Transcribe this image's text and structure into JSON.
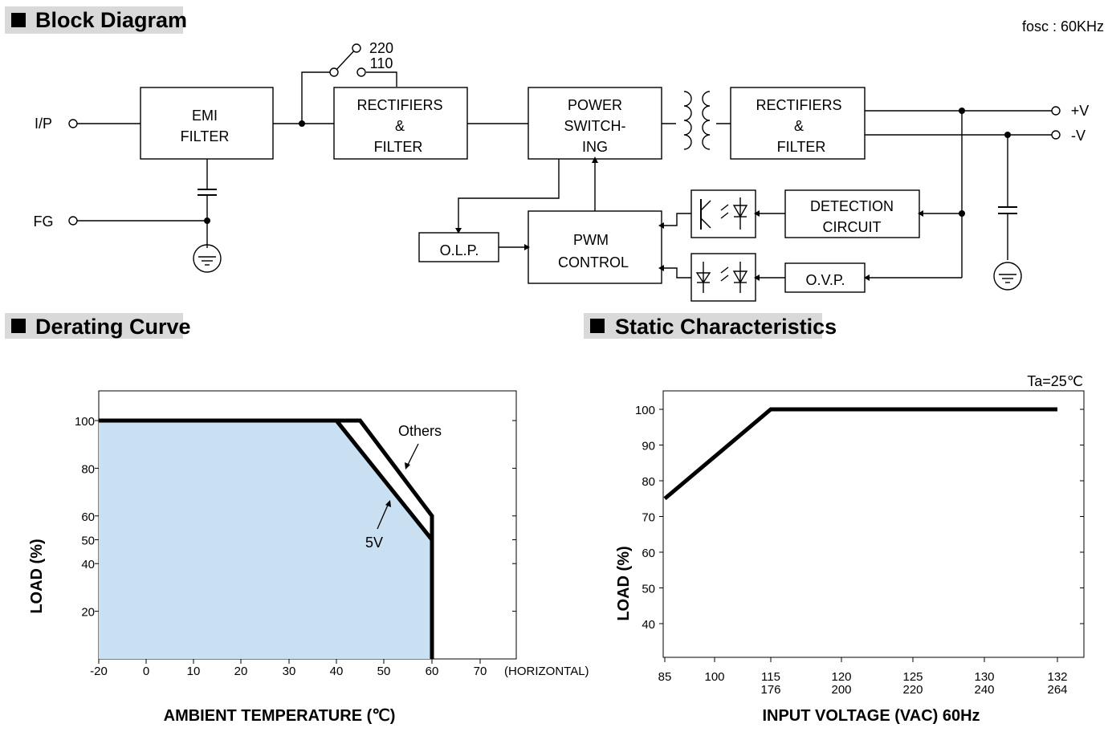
{
  "sections": {
    "block_diagram": "Block Diagram",
    "derating_curve": "Derating Curve",
    "static_characteristics": "Static Characteristics"
  },
  "block_diagram": {
    "fosc": "fosc : 60KHz",
    "terminals": {
      "ip": "I/P",
      "fg": "FG",
      "pos": "+V",
      "neg": "-V"
    },
    "switch_labels": {
      "v220": "220",
      "v110": "110"
    },
    "blocks": {
      "emi": [
        "EMI",
        "FILTER"
      ],
      "rect1": [
        "RECTIFIERS",
        "&",
        "FILTER"
      ],
      "power": [
        "POWER",
        "SWITCH-",
        "ING"
      ],
      "rect2": [
        "RECTIFIERS",
        "&",
        "FILTER"
      ],
      "detection": [
        "DETECTION",
        "CIRCUIT"
      ],
      "olp": "O.L.P.",
      "pwm": [
        "PWM",
        "CONTROL"
      ],
      "ovp": "O.V.P."
    }
  },
  "chart_data": [
    {
      "type": "area",
      "title": "",
      "xlabel": "AMBIENT TEMPERATURE (℃)",
      "ylabel": "LOAD (%)",
      "x_ticks": [
        "-20",
        "0",
        "10",
        "20",
        "30",
        "40",
        "50",
        "60",
        "70"
      ],
      "x_tick_values": [
        -20,
        0,
        10,
        20,
        30,
        40,
        50,
        60,
        70
      ],
      "x_note": "(HORIZONTAL)",
      "y_ticks": [
        "100",
        "80",
        "60",
        "50",
        "40",
        "20"
      ],
      "y_tick_values": [
        100,
        80,
        60,
        50,
        40,
        20
      ],
      "xlim": [
        -20,
        75
      ],
      "ylim": [
        0,
        110
      ],
      "series": [
        {
          "name": "5V",
          "x": [
            -20,
            40,
            60,
            60
          ],
          "y": [
            100,
            100,
            50,
            0
          ]
        },
        {
          "name": "Others",
          "x": [
            -20,
            45,
            60,
            60
          ],
          "y": [
            100,
            100,
            60,
            0
          ]
        }
      ],
      "colors": {
        "fill": "#c9dff2",
        "line": "#000000"
      }
    },
    {
      "type": "line",
      "title": "",
      "annotation": "Ta=25℃",
      "xlabel": "INPUT VOLTAGE (VAC) 60Hz",
      "ylabel": "LOAD (%)",
      "x_ticks": [
        [
          "85",
          ""
        ],
        [
          "100",
          ""
        ],
        [
          "115",
          "176"
        ],
        [
          "120",
          "200"
        ],
        [
          "125",
          "220"
        ],
        [
          "130",
          "240"
        ],
        [
          "132",
          "264"
        ]
      ],
      "y_ticks": [
        "100",
        "90",
        "80",
        "70",
        "60",
        "50",
        "40"
      ],
      "y_tick_values": [
        100,
        90,
        80,
        70,
        60,
        50,
        40
      ],
      "ylim": [
        30,
        105
      ],
      "series": [
        {
          "x": [
            85,
            115,
            132
          ],
          "y": [
            75,
            100,
            100
          ]
        }
      ]
    }
  ]
}
